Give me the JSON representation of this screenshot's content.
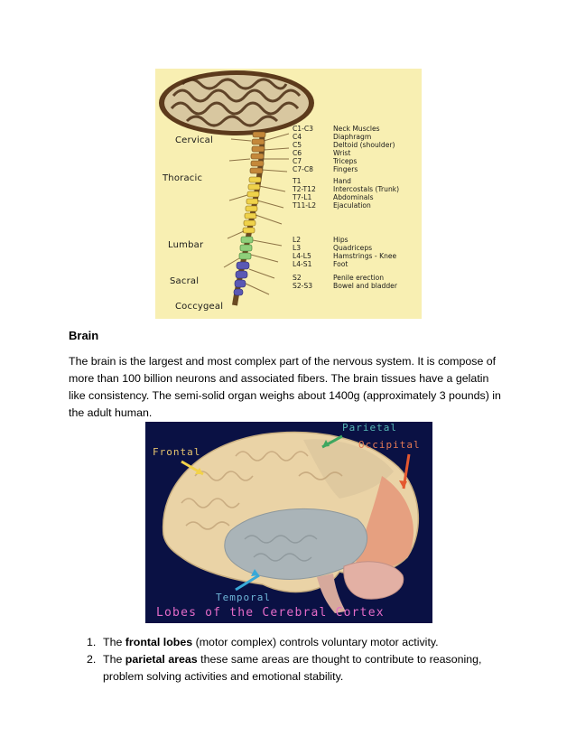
{
  "spine_figure": {
    "regions": [
      "Cervical",
      "Thoracic",
      "Lumbar",
      "Sacral",
      "Coccygeal"
    ],
    "segments": [
      {
        "level": "C1-C3",
        "function": "Neck Muscles"
      },
      {
        "level": "C4",
        "function": "Diaphragm"
      },
      {
        "level": "C5",
        "function": "Deltoid (shoulder)"
      },
      {
        "level": "C6",
        "function": "Wrist"
      },
      {
        "level": "C7",
        "function": "Triceps"
      },
      {
        "level": "C7-C8",
        "function": "Fingers"
      },
      {
        "level": "T1",
        "function": "Hand"
      },
      {
        "level": "T2-T12",
        "function": "Intercostals (Trunk)"
      },
      {
        "level": "T7-L1",
        "function": "Abdominals"
      },
      {
        "level": "T11-L2",
        "function": "Ejaculation"
      },
      {
        "level": "L2",
        "function": "Hips"
      },
      {
        "level": "L3",
        "function": "Quadriceps"
      },
      {
        "level": "L4-L5",
        "function": "Hamstrings - Knee"
      },
      {
        "level": "L4-S1",
        "function": "Foot"
      },
      {
        "level": "S2",
        "function": "Penile erection"
      },
      {
        "level": "S2-S3",
        "function": "Bowel and bladder"
      }
    ]
  },
  "section": {
    "heading": "Brain",
    "paragraph_lines": [
      "The brain is the largest and most complex part of the nervous system. It is compose of",
      "more than 100 billion neurons and associated fibers. The brain tissues have a gelatin",
      "like consistency. The semi-solid organ weighs about 1400g (approximately 3 pounds) in",
      "the adult human."
    ]
  },
  "brain_figure": {
    "labels": {
      "frontal": "Frontal",
      "parietal": "Parietal",
      "occipital": "Occipital",
      "temporal": "Temporal"
    },
    "caption": "Lobes of the Cerebral Cortex",
    "colors": {
      "background": "#0a1144",
      "frontal": "#ead3a6",
      "temporal": "#aab4b8",
      "occipital": "#e59a7c",
      "caption": "#e46bc7",
      "parietal_label": "#57b7b5"
    }
  },
  "list": [
    {
      "number": "1.",
      "prefix": "The ",
      "bold": "frontal lobes",
      "rest_lines": [
        " (motor complex) controls voluntary motor activity."
      ]
    },
    {
      "number": "2.",
      "prefix": "The ",
      "bold": "parietal areas",
      "rest_lines": [
        " these same areas are thought to contribute to reasoning,",
        "problem solving activities and emotional stability."
      ]
    }
  ]
}
